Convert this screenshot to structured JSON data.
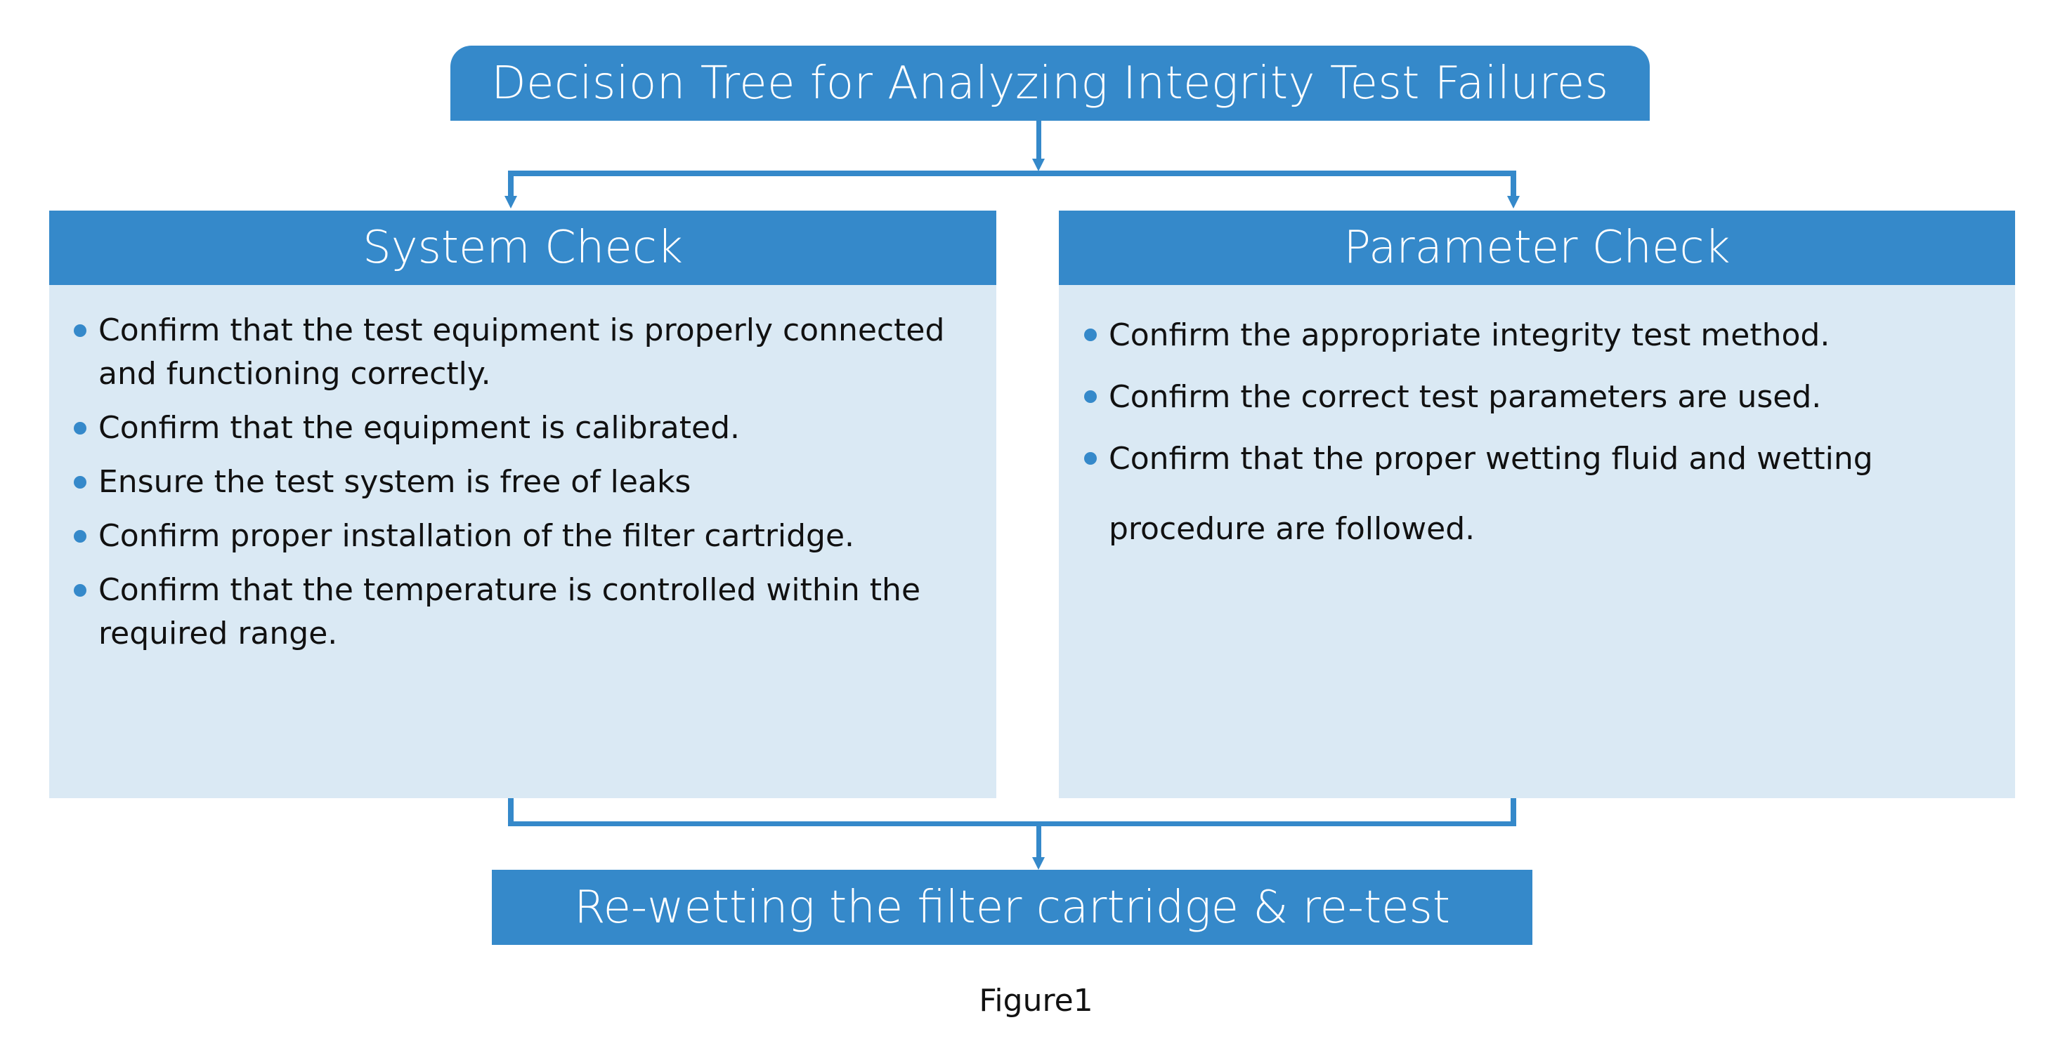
{
  "title": "Decision Tree for Analyzing Integrity Test Failures",
  "colors": {
    "primary_blue": "#3589ca",
    "panel_background": "#dae9f4",
    "text_dark": "#111111",
    "text_light": "#ffffff"
  },
  "panels": [
    {
      "heading": "System Check",
      "items": [
        "Confirm that the test equipment is properly connected and functioning correctly.",
        "Confirm that the equipment is calibrated.",
        "Ensure the test system is free of leaks",
        "Confirm proper installation of the filter cartridge.",
        "Confirm that the temperature is controlled within the required range."
      ]
    },
    {
      "heading": "Parameter Check",
      "items": [
        "Confirm the appropriate integrity test method.",
        "Confirm the correct test parameters are used.",
        "Confirm that the proper wetting fluid and wetting procedure are followed."
      ]
    }
  ],
  "outcome": "Re-wetting the filter cartridge & re-test",
  "caption": "Figure1"
}
